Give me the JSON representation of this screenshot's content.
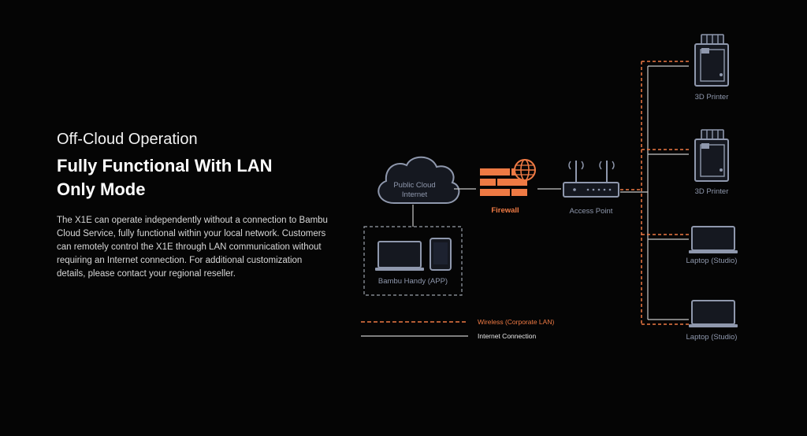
{
  "section": {
    "eyebrow": "Off-Cloud Operation",
    "headline_line1": "Fully Functional With LAN",
    "headline_line2": "Only Mode",
    "body": "The X1E can operate independently without a connection to Bambu Cloud Service, fully functional within your local network. Customers can remotely control the X1E through LAN communication without requiring an Internet connection. For additional customization details, please contact your regional reseller."
  },
  "diagram": {
    "cloud": {
      "line1": "Public Cloud",
      "line2": "Internet"
    },
    "app_label": "Bambu Handy (APP)",
    "firewall_label": "Firewall",
    "access_point_label": "Access Point",
    "devices": [
      {
        "label": "3D Printer",
        "icon": "printer-icon"
      },
      {
        "label": "3D Printer",
        "icon": "printer-icon"
      },
      {
        "label": "Laptop (Studio)",
        "icon": "laptop-icon"
      },
      {
        "label": "Laptop (Studio)",
        "icon": "laptop-icon"
      }
    ],
    "legend": {
      "wireless": "Wireless (Corporate LAN)",
      "internet": "Internet Connection"
    },
    "colors": {
      "accent": "#ef7a44",
      "device": "#8f98ad",
      "line": "#c8c8c8"
    }
  }
}
